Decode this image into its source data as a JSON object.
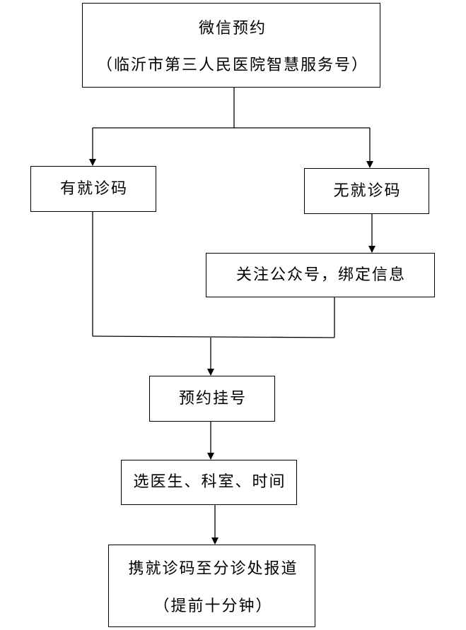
{
  "colors": {
    "line": "#000000",
    "box_border": "#000000",
    "background": "#ffffff"
  },
  "nodes": {
    "wechat": {
      "title": "微信预约",
      "subtitle": "（临沂市第三人民医院智慧服务号）"
    },
    "has_code": {
      "label": "有就诊码"
    },
    "no_code": {
      "label": "无就诊码"
    },
    "follow": {
      "label": "关注公众号，绑定信息"
    },
    "register": {
      "label": "预约挂号"
    },
    "choose": {
      "label": "选医生、科室、时间"
    },
    "report": {
      "title": "携就诊码至分诊处报道",
      "subtitle": "（提前十分钟）"
    }
  }
}
